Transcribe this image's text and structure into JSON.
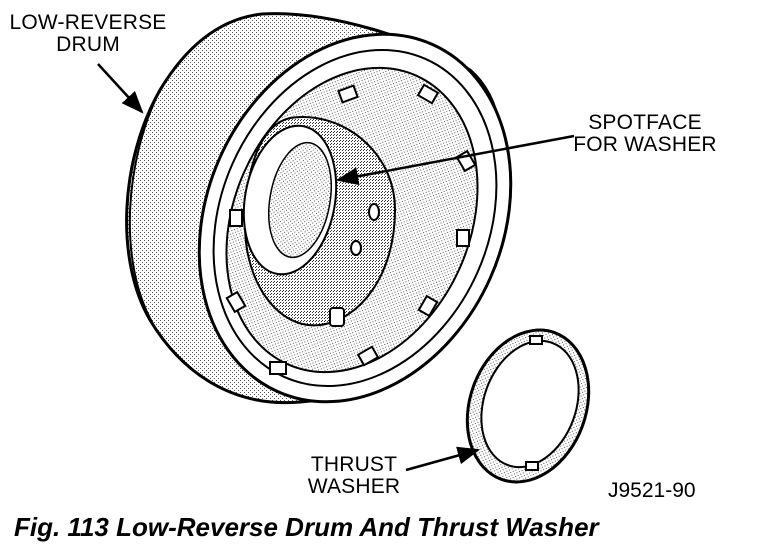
{
  "labels": {
    "drum": [
      "LOW-REVERSE",
      "DRUM"
    ],
    "spotface": [
      "SPOTFACE",
      "FOR WASHER"
    ],
    "washer": [
      "THRUST",
      "WASHER"
    ]
  },
  "figure_id": "J9521-90",
  "caption": "Fig. 113 Low-Reverse Drum And Thrust Washer"
}
